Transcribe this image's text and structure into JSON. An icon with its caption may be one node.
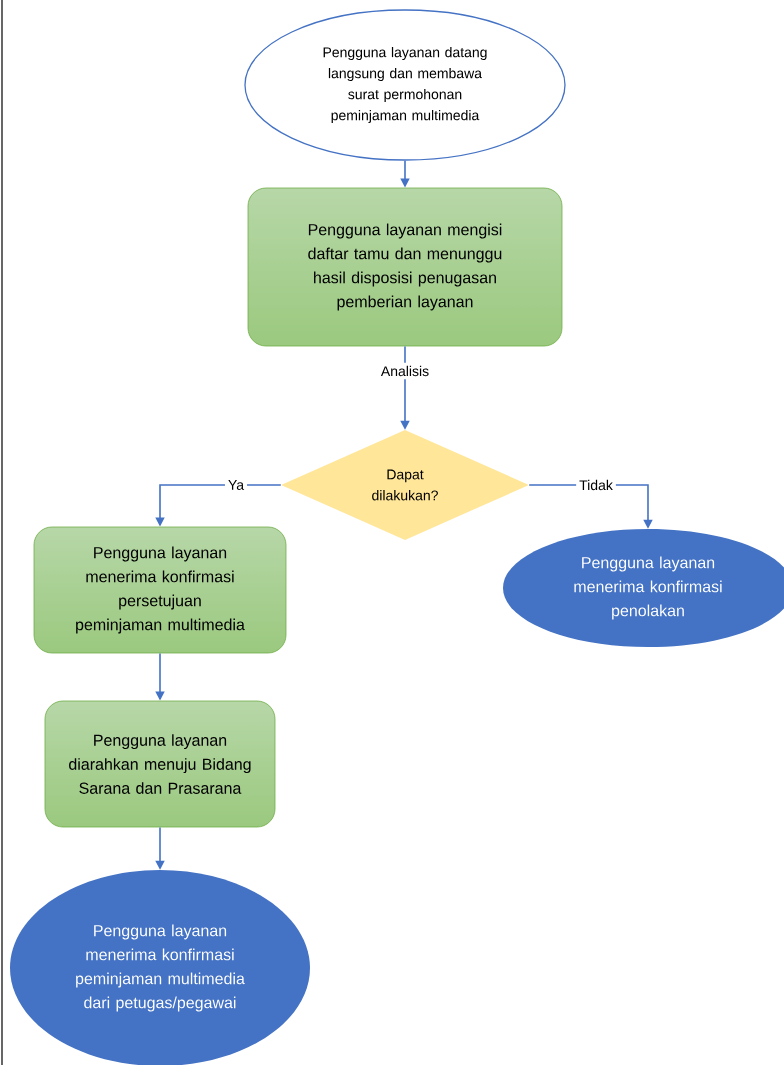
{
  "diagram": {
    "nodes": [
      {
        "text": [
          "Pengguna layanan datang langsung dan membawa surat permohonan peminjaman multimedia"
        ]
      },
      {
        "text": [
          "Pengguna layanan mengisi daftar tamu dan menunggu hasil disposisi penugasan pemberian layanan"
        ]
      },
      {
        "text": [
          "Dapat dilakukan?"
        ]
      },
      {
        "text": [
          "Pengguna layanan menerima konfirmasi persetujuan peminjaman multimedia"
        ]
      },
      {
        "text": [
          "Pengguna layanan diarahkan menuju Bidang Sarana dan Prasarana"
        ]
      },
      {
        "text": [
          "Pengguna layanan menerima konfirmasi peminjaman multimedia dari petugas/pegawai"
        ]
      },
      {
        "text": [
          "Pengguna layanan menerima konfirmasi penolakan"
        ]
      }
    ],
    "edges": [
      {
        "from": 0,
        "to": 1,
        "arrow": "to"
      },
      {
        "from": 1,
        "to": 2,
        "arrow": "to",
        "label": "Analisis"
      },
      {
        "from": 2,
        "to": 3,
        "arrow": "to",
        "label": "Ya"
      },
      {
        "from": 2,
        "to": 6,
        "arrow": "to",
        "label": "Tidak"
      },
      {
        "from": 3,
        "to": 4,
        "arrow": "to"
      },
      {
        "from": 4,
        "to": 5,
        "arrow": "to"
      }
    ]
  }
}
